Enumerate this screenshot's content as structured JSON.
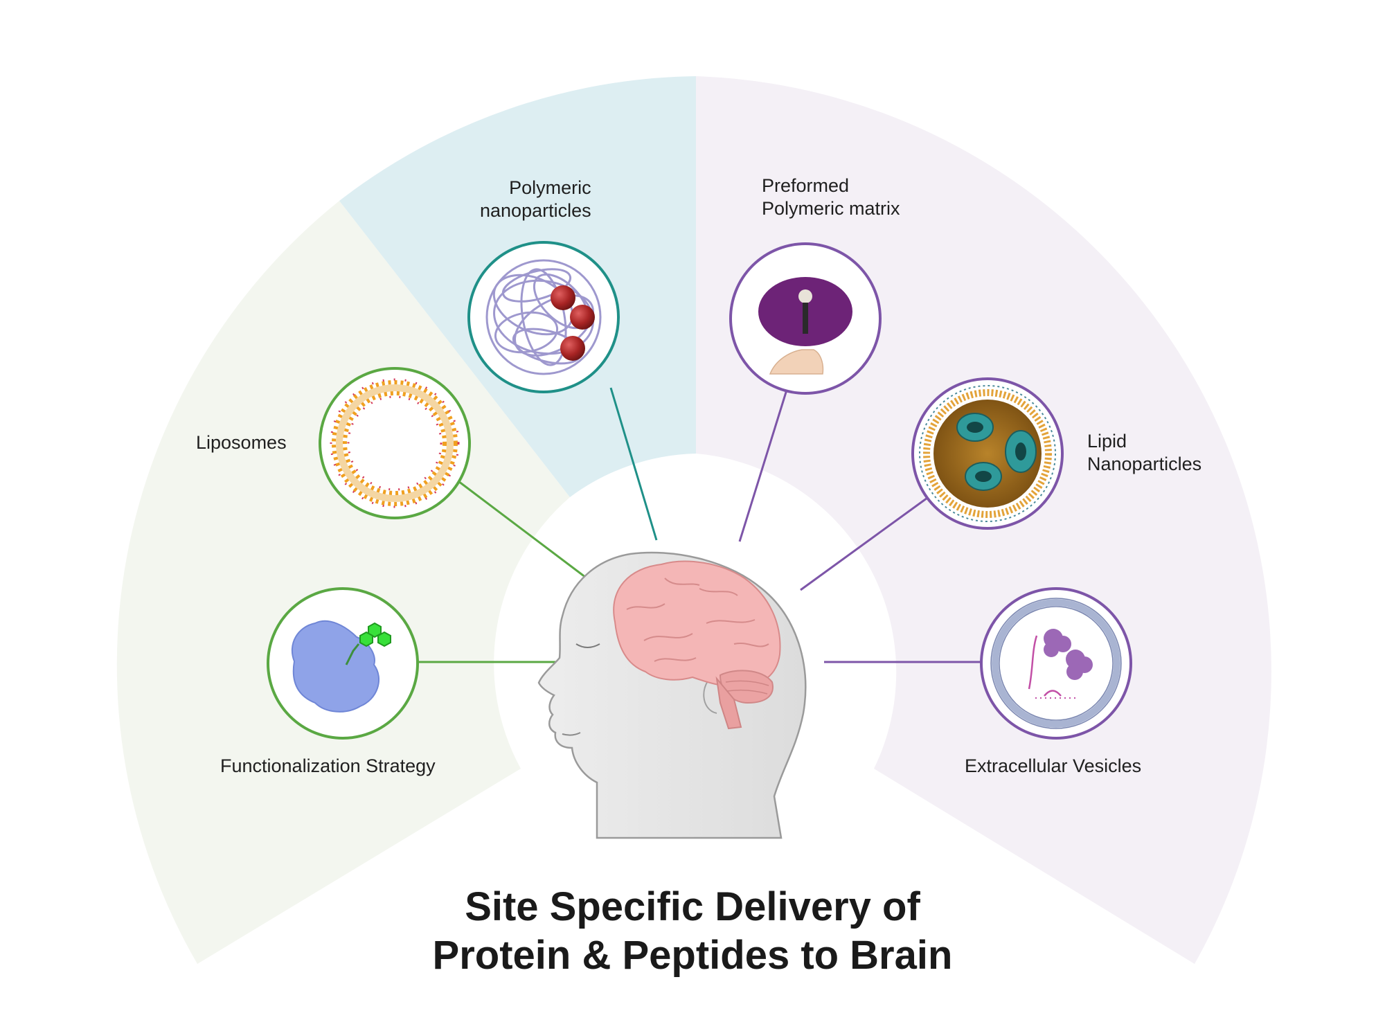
{
  "labels": {
    "polymeric": [
      "Polymeric",
      "nanoparticles"
    ],
    "preformed": [
      "Preformed",
      "Polymeric matrix"
    ],
    "liposomes": "Liposomes",
    "lipid": [
      "Lipid",
      "Nanoparticles"
    ],
    "functionalization": "Functionalization Strategy",
    "extracellular": "Extracellular Vesicles"
  },
  "title": [
    "Site Specific Delivery of",
    "Protein & Peptides to Brain"
  ],
  "colors": {
    "sector_green": "#f3f6ef",
    "sector_blue": "#ddeef2",
    "sector_purple": "#f4f0f6",
    "green_line": "#5aa843",
    "teal_line": "#1f9088",
    "purple_line": "#7d55a8"
  }
}
